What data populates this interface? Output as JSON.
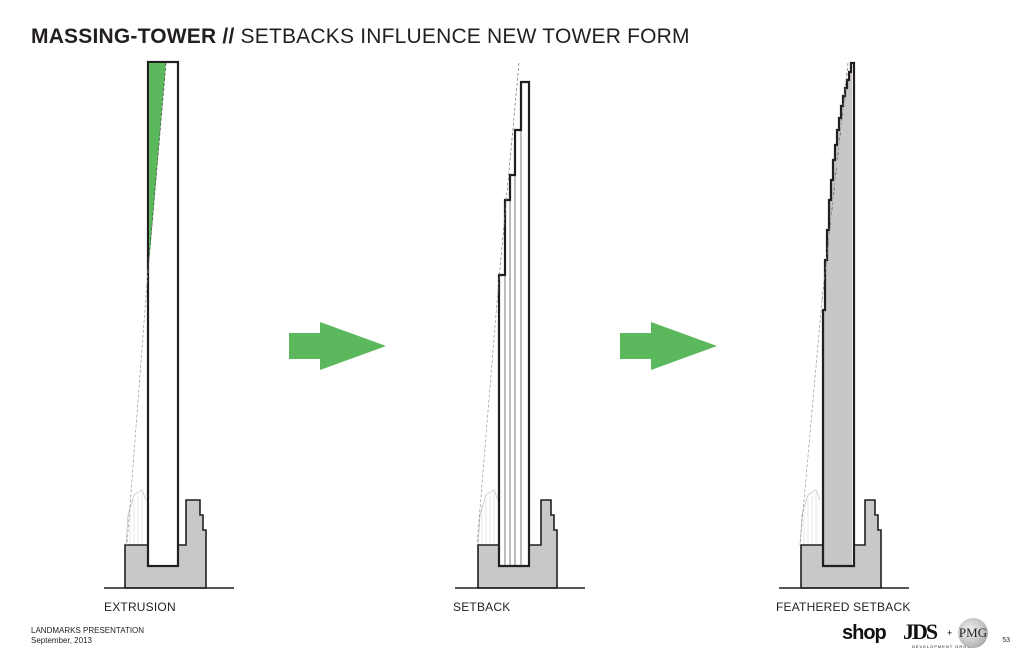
{
  "header": {
    "title_bold": "MASSING-TOWER",
    "title_sep": " // ",
    "title_rest": "SETBACKS INFLUENCE NEW TOWER FORM"
  },
  "captions": {
    "extrusion": "EXTRUSION",
    "setback": "SETBACK",
    "feathered": "FEATHERED SETBACK"
  },
  "footer": {
    "line1": "LANDMARKS PRESENTATION",
    "line2": "September, 2013"
  },
  "page_number": "53",
  "logos": {
    "shop": "shop",
    "jds": "JDS",
    "jds_sub": "DEVELOPMENT GROUP",
    "plus": "+",
    "pmg": "PMG"
  },
  "colors": {
    "accent_green": "#5cb85c",
    "podium_gray": "#c7c8ca",
    "line_dark": "#231f20"
  },
  "icons": [
    "arrow-right-icon"
  ]
}
